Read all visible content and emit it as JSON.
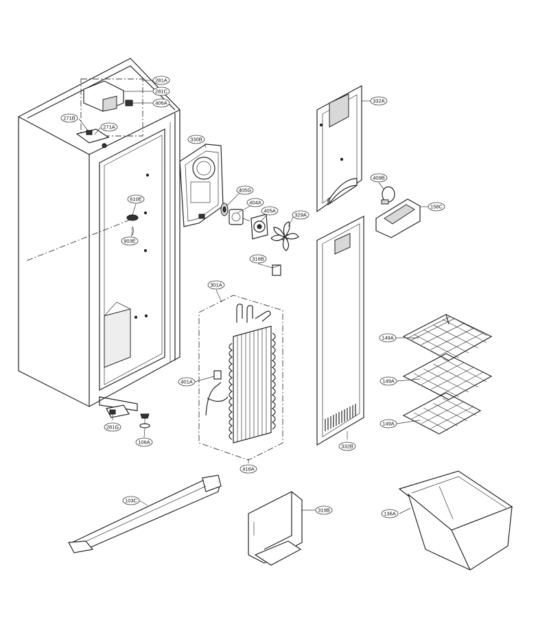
{
  "parts": [
    {
      "id": "281a",
      "label": "281A"
    },
    {
      "id": "281c",
      "label": "281C"
    },
    {
      "id": "406a",
      "label": "406A"
    },
    {
      "id": "271b",
      "label": "271B"
    },
    {
      "id": "271a",
      "label": "271A"
    },
    {
      "id": "330b",
      "label": "330B"
    },
    {
      "id": "332a",
      "label": "332A"
    },
    {
      "id": "405g",
      "label": "405G"
    },
    {
      "id": "404a",
      "label": "404A"
    },
    {
      "id": "405a",
      "label": "405A"
    },
    {
      "id": "329a",
      "label": "329A"
    },
    {
      "id": "409b",
      "label": "409B"
    },
    {
      "id": "158c",
      "label": "158C"
    },
    {
      "id": "610e",
      "label": "610E"
    },
    {
      "id": "903e",
      "label": "903E"
    },
    {
      "id": "316b",
      "label": "316B"
    },
    {
      "id": "301a",
      "label": "301A"
    },
    {
      "id": "149a-1",
      "label": "149A"
    },
    {
      "id": "149a-2",
      "label": "149A"
    },
    {
      "id": "149a-3",
      "label": "149A"
    },
    {
      "id": "401a",
      "label": "401A"
    },
    {
      "id": "281g",
      "label": "281G"
    },
    {
      "id": "106a",
      "label": "106A"
    },
    {
      "id": "332b",
      "label": "332B"
    },
    {
      "id": "418a",
      "label": "418A"
    },
    {
      "id": "103c",
      "label": "103C"
    },
    {
      "id": "319b",
      "label": "319B"
    },
    {
      "id": "136a",
      "label": "136A"
    }
  ]
}
